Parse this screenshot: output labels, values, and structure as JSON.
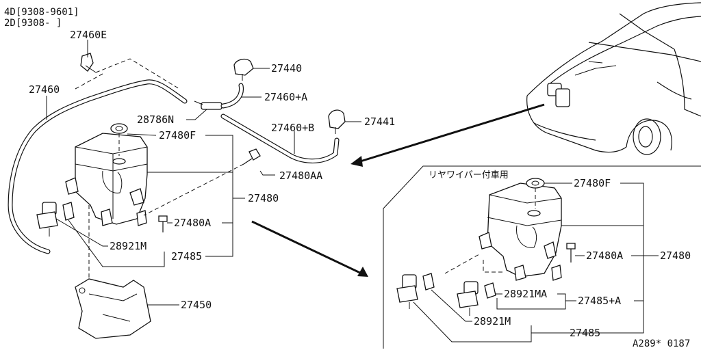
{
  "header": {
    "line1": "4D[9308-9601]",
    "line2": "2D[9308-    ]"
  },
  "parts": {
    "p27460E": "27460E",
    "p27460": "27460",
    "p27440": "27440",
    "p27460A": "27460+A",
    "p28786N": "28786N",
    "p27460B": "27460+B",
    "p27441": "27441",
    "p27480F": "27480F",
    "p27480AA": "27480AA",
    "p27480": "27480",
    "p27480A": "27480A",
    "p28921M": "28921M",
    "p27485": "27485",
    "p27450": "27450"
  },
  "inset": {
    "caption": "リヤワイパー付車用",
    "p27480F": "27480F",
    "p27480A": "27480A",
    "p27480": "27480",
    "p28921MA": "28921MA",
    "p27485A": "27485+A",
    "p28921M": "28921M",
    "p27485": "27485"
  },
  "footer": {
    "code": "A289* 0187"
  }
}
